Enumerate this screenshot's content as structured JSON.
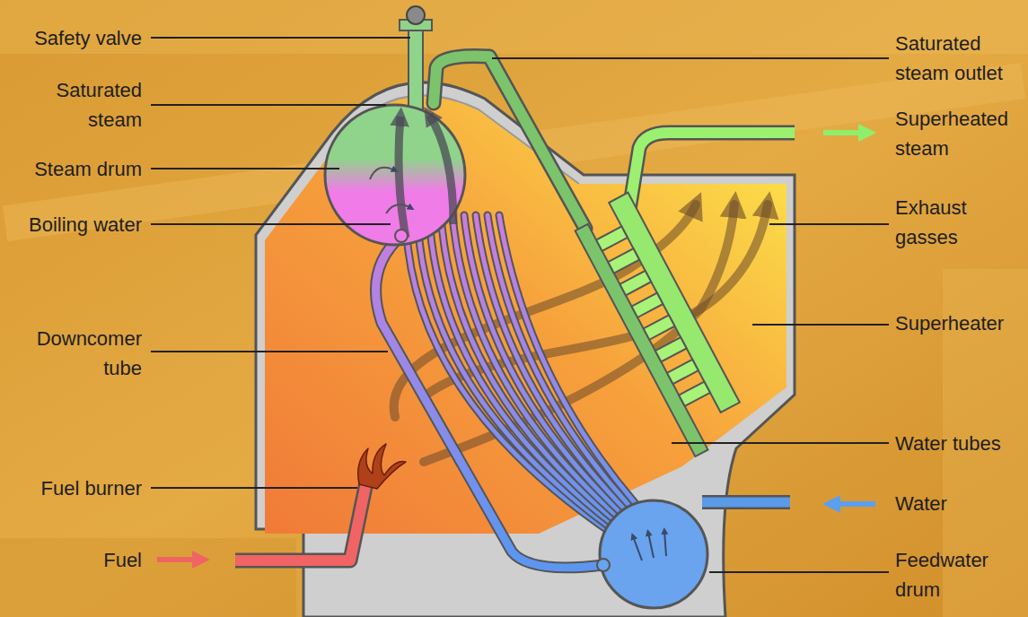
{
  "diagram": {
    "labels": [
      "Safety valve",
      "Saturated steam",
      "Steam drum",
      "Boiling water",
      "Downcomer tube",
      "Fuel burner",
      "Fuel",
      "Saturated steam outlet",
      "Superheated steam",
      "Exhaust gasses",
      "Superheater",
      "Water tubes",
      "Water",
      "Feedwater drum"
    ]
  }
}
